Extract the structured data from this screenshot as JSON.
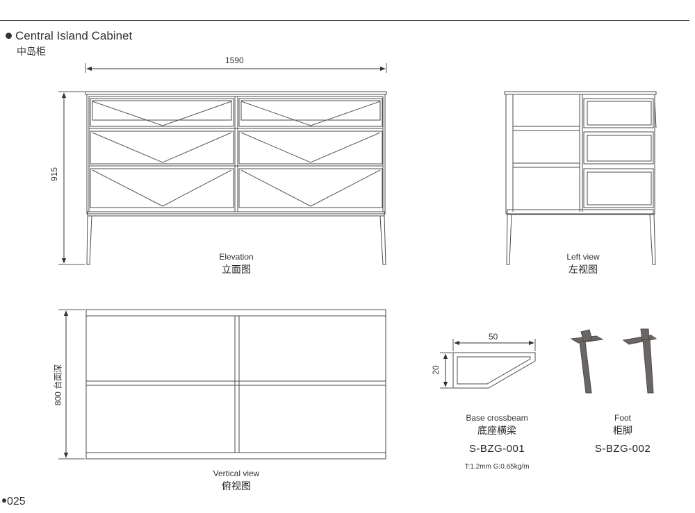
{
  "header": {
    "title_en": "Central Island Cabinet",
    "title_cn": "中岛柜"
  },
  "elevation": {
    "label_en": "Elevation",
    "label_cn": "立面图",
    "width_dim": "1590",
    "height_dim": "915"
  },
  "left_view": {
    "label_en": "Left view",
    "label_cn": "左视图"
  },
  "vertical_view": {
    "label_en": "Vertical view",
    "label_cn": "俯视图",
    "depth_dim": "800 台面深"
  },
  "base_crossbeam": {
    "label_en": "Base crossbeam",
    "label_cn": "底座横梁",
    "code": "S-BZG-001",
    "width_dim": "50",
    "height_dim": "20",
    "spec": "T:1.2mm   G:0.65kg/m"
  },
  "foot": {
    "label_en": "Foot",
    "label_cn": "柜脚",
    "code": "S-BZG-002"
  },
  "footer": {
    "page_number": "025"
  },
  "colors": {
    "line": "#4a4a4a",
    "foot_fill": "#6b6664"
  }
}
